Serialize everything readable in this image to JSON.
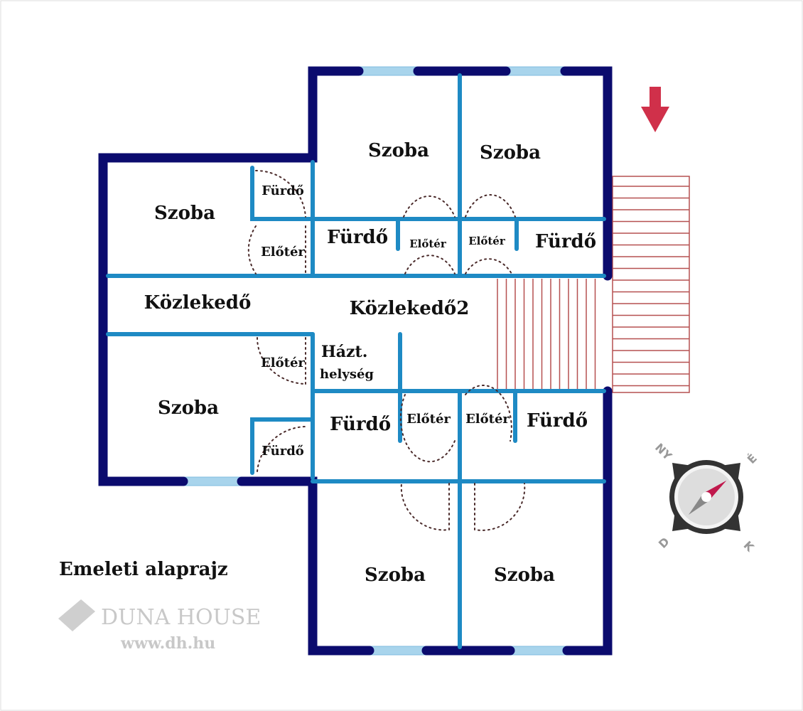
{
  "title": "Emeleti alaprajz",
  "rooms": {
    "szoba_left_top": "Szoba",
    "szoba_top_1": "Szoba",
    "szoba_top_2": "Szoba",
    "szoba_left_bottom": "Szoba",
    "szoba_bottom_1": "Szoba",
    "szoba_bottom_2": "Szoba",
    "furdo_small_top": "Fürdő",
    "furdo_top_1": "Fürdő",
    "furdo_top_2": "Fürdő",
    "furdo_small_bottom": "Fürdő",
    "furdo_bottom_1": "Fürdő",
    "furdo_bottom_2": "Fürdő",
    "eloter_left_top": "Előtér",
    "eloter_top_1": "Előtér",
    "eloter_top_2": "Előtér",
    "eloter_left_bottom": "Előtér",
    "eloter_bottom_1": "Előtér",
    "eloter_bottom_2": "Előtér",
    "kozlekedo": "Közlekedő",
    "kozlekedo2": "Közlekedő2",
    "hazt_1": "Házt.",
    "hazt_2": "helység"
  },
  "watermark": {
    "brand": "DUNA HOUSE",
    "url": "www.dh.hu"
  },
  "compass": {
    "nw": "NY",
    "ne": "É",
    "sw": "D",
    "se": "K"
  },
  "colors": {
    "outer_wall": "#0b0b6e",
    "inner_wall": "#1e8ac4",
    "window": "#a8d4ec",
    "stairs": "#b65050",
    "arrow": "#d0304a"
  }
}
